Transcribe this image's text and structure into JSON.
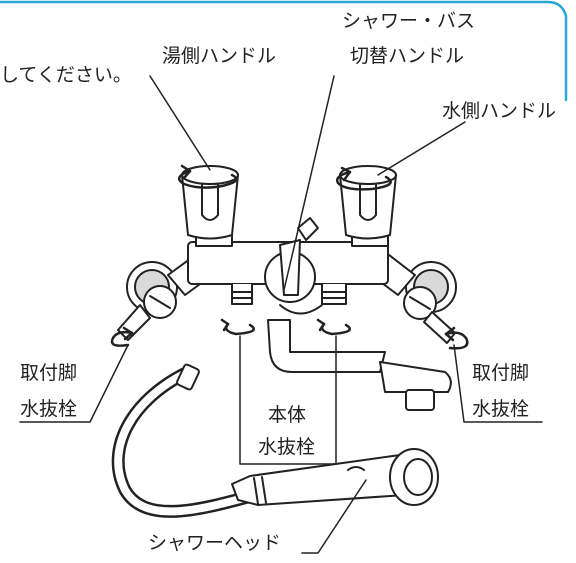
{
  "instruction_fragment": "してください。",
  "labels": {
    "hot_handle": "湯側ハンドル",
    "switch_handle_line1": "シャワー・バス",
    "switch_handle_line2": "切替ハンドル",
    "cold_handle": "水側ハンドル",
    "mount_drain_left_line1": "取付脚",
    "mount_drain_left_line2": "水抜栓",
    "mount_drain_right_line1": "取付脚",
    "mount_drain_right_line2": "水抜栓",
    "body_drain_line1": "本体",
    "body_drain_line2": "水抜栓",
    "shower_head": "シャワーヘッド"
  },
  "colors": {
    "line": "#222222",
    "frame": "#2aa7d8",
    "fill": "#ffffff",
    "shade": "#d9d9d9"
  }
}
